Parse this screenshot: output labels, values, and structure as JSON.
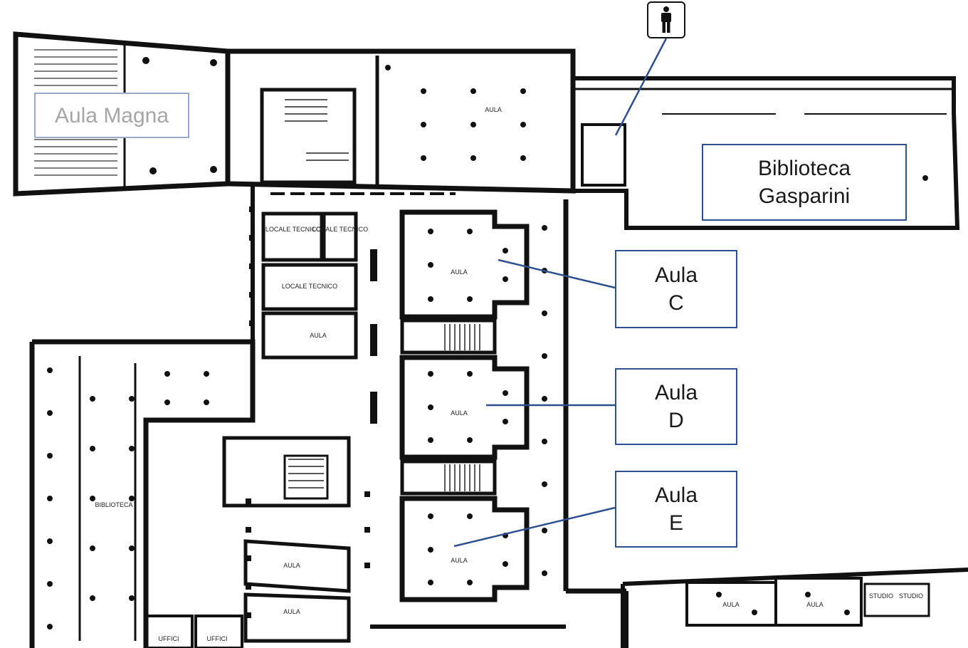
{
  "labels": {
    "aula_magna": "Aula Magna",
    "biblioteca_line1": "Biblioteca",
    "biblioteca_line2": "Gasparini",
    "aula_c_line1": "Aula",
    "aula_c_line2": "C",
    "aula_d_line1": "Aula",
    "aula_d_line2": "D",
    "aula_e_line1": "Aula",
    "aula_e_line2": "E"
  },
  "plan_text": {
    "aula_top": "AULA",
    "locale_tecnico_1": "LOCALE TECNICO",
    "locale_tecnico_2": "LOCALE TECNICO",
    "locale_tecnico_3": "LOCALE TECNICO",
    "aula_small": "AULA",
    "aula_c_room": "AULA",
    "aula_d_room": "AULA",
    "aula_e_room": "AULA",
    "biblioteca_room": "BIBLIOTECA",
    "aula_left_1": "AULA",
    "aula_left_2": "AULA",
    "uffici_1": "UFFICI",
    "uffici_2": "UFFICI",
    "aula_bottom_1": "AULA",
    "aula_bottom_2": "AULA",
    "studio_1": "STUDIO",
    "studio_2": "STUDIO"
  },
  "icons": {
    "restroom": "restroom-person-icon"
  },
  "colors": {
    "leader_line": "#2f4f8f",
    "wall": "#111111",
    "label_border": "#2f4f8f"
  }
}
